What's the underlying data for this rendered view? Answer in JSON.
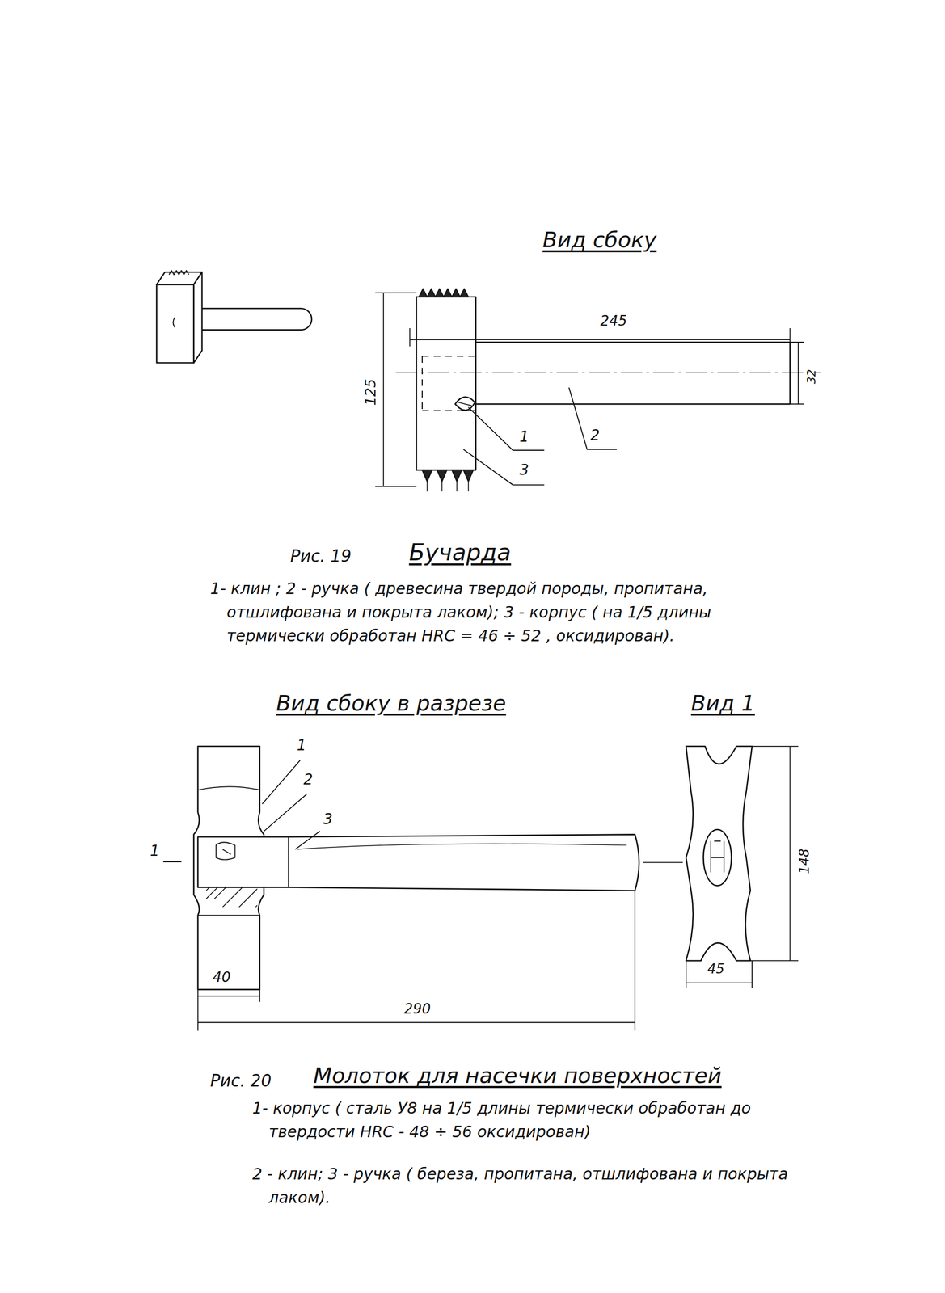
{
  "diagram": {
    "labels": [
      "Вид сбоку",
      "245",
      "125",
      "32",
      "1",
      "2",
      "3",
      "Рис. 19",
      "Бучарда",
      "1- клин ; 2 - ручка ( древесина твердой породы, пропитана, отшлифована и покрыта лаком); 3 - корпус ( на 1/5 длины термически обработан HRC = 46 ÷ 52 , оксидирован).",
      "Вид сбоку в разрезе",
      "Вид 1",
      "1",
      "2",
      "3",
      "1",
      "40",
      "290",
      "148",
      "45",
      "Рис. 20",
      "Молоток для насечки поверхностей",
      "1- корпус ( сталь У8 на 1/5 длины термически обработан до твердости HRC - 48 ÷ 56 оксидирован)",
      "2 - клин; 3 - ручка ( береза, пропитана, отшлифована и покрыта лаком)."
    ]
  }
}
